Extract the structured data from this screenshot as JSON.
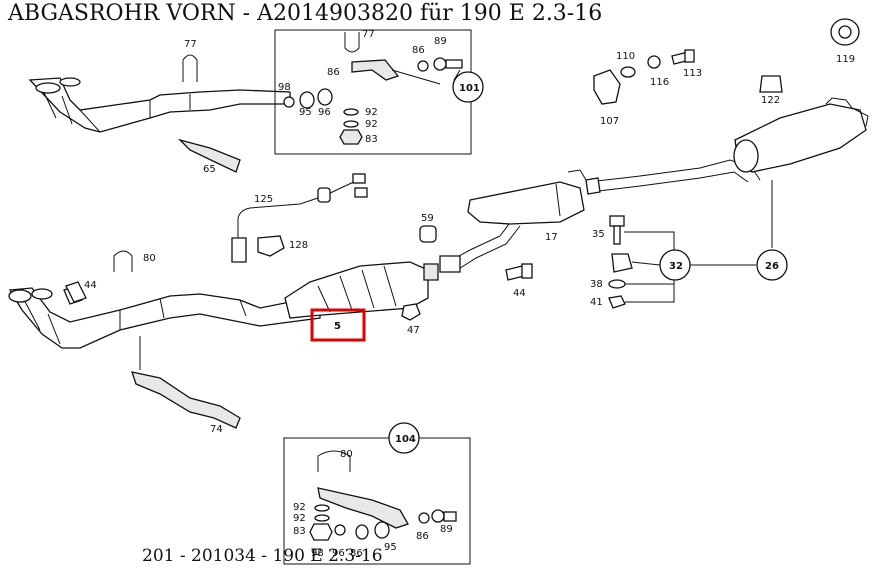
{
  "title": "ABGASROHR VORN - A2014903820 für 190 E 2.3-16",
  "footer": "201 - 201034 - 190 E 2.3-16",
  "highlight_color": "#e00000",
  "highlighted_part": "5",
  "part_labels": {
    "p5": "5",
    "p17": "17",
    "p26": "26",
    "p32": "32",
    "p35": "35",
    "p38": "38",
    "p41": "41",
    "p44a": "44",
    "p44b": "44",
    "p47": "47",
    "p59": "59",
    "p65": "65",
    "p74": "74",
    "p77a": "77",
    "p80a": "80",
    "p107": "107",
    "p110": "110",
    "p113": "113",
    "p116": "116",
    "p119": "119",
    "p122": "122",
    "p125": "125",
    "p128": "128"
  },
  "detail_101": {
    "callout": "101",
    "labels": {
      "l77": "77",
      "l86a": "86",
      "l86b": "86",
      "l89": "89",
      "l98": "98",
      "l95": "95",
      "l96": "96",
      "l92a": "92",
      "l92b": "92",
      "l83": "83"
    }
  },
  "detail_104": {
    "callout": "104",
    "labels": {
      "l80": "80",
      "l92a": "92",
      "l92b": "92",
      "l83": "83",
      "l89": "89",
      "l86a": "86",
      "l86b": "86",
      "l95": "95",
      "l98": "98",
      "l96": "96"
    }
  }
}
